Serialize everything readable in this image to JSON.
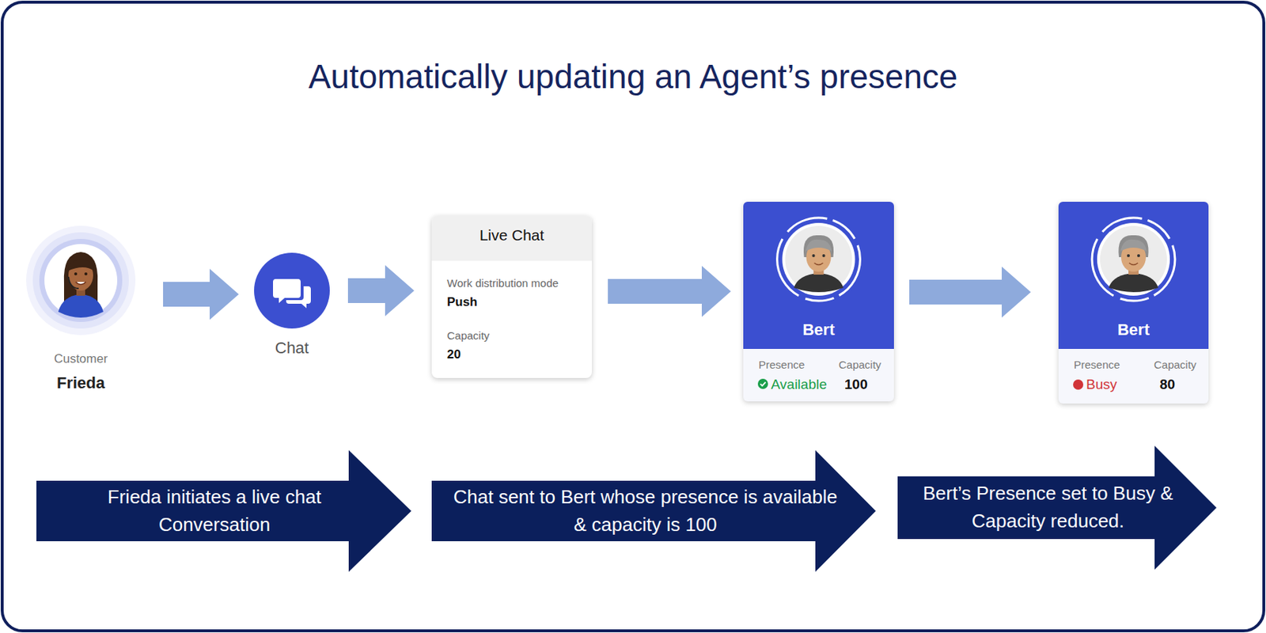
{
  "diagram": {
    "title": "Automatically updating an Agent’s presence",
    "nodes": [
      {
        "text": [
          "Customer",
          "Frieda"
        ]
      },
      {
        "text": [
          "Chat"
        ]
      },
      {
        "text": [
          "Live Chat",
          "Work distribution mode",
          "Push",
          "Capacity",
          "20"
        ]
      },
      {
        "text": [
          "Bert",
          "Presence",
          "Available",
          "Capacity",
          "100"
        ]
      },
      {
        "text": [
          "Bert",
          "Presence",
          "Busy",
          "Capacity",
          "80"
        ]
      },
      {
        "text": [
          "Frieda initiates a live chat Conversation"
        ]
      },
      {
        "text": [
          "Chat sent to Bert whose presence is available & capacity is 100"
        ]
      },
      {
        "text": [
          "Bert’s Presence set to Busy & Capacity reduced."
        ]
      }
    ],
    "edges": [
      {
        "from": 0,
        "to": 1,
        "arrow": "to"
      },
      {
        "from": 1,
        "to": 2,
        "arrow": "to"
      },
      {
        "from": 2,
        "to": 3,
        "arrow": "to"
      },
      {
        "from": 3,
        "to": 4,
        "arrow": "to"
      }
    ]
  }
}
